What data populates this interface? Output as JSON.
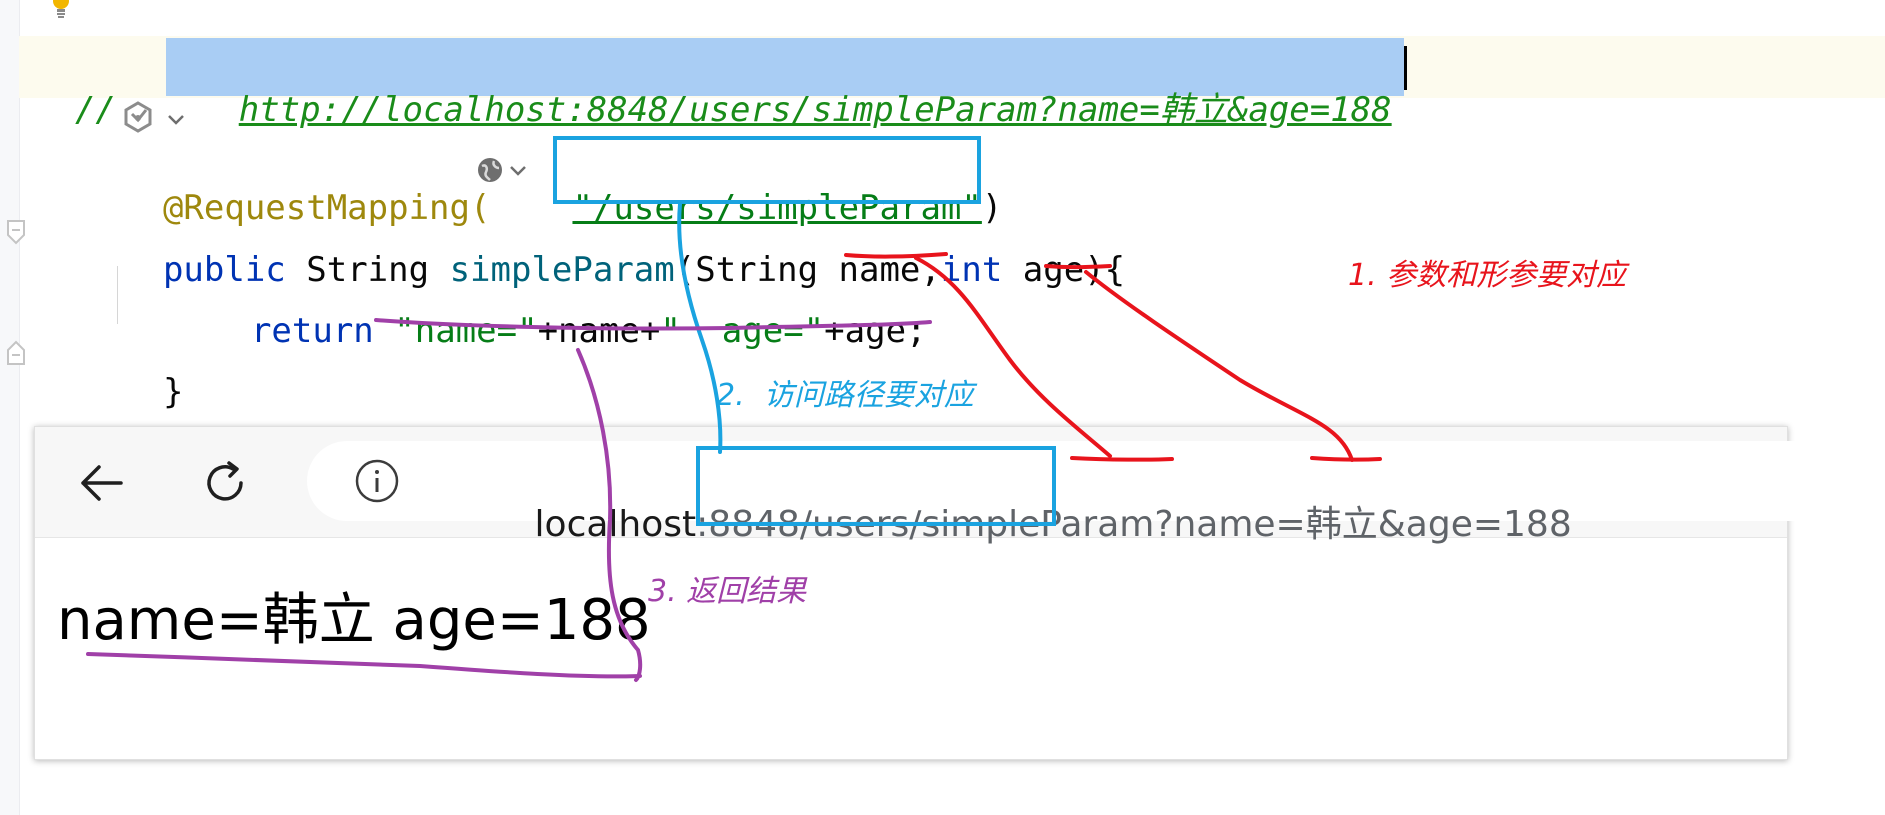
{
  "editor": {
    "comment_prefix": "//",
    "comment_url": "http://localhost:8848/users/simpleParam?name=韩立&age=188",
    "annotation": "@RequestMapping(",
    "mapping_path": "\"/users/simpleParam\"",
    "annotation_close": ")",
    "sig_kw": "public",
    "sig_type": "String",
    "sig_fn": "simpleParam",
    "sig_open": "(String ",
    "sig_p1": "name",
    "sig_comma": ",",
    "sig_int": "int",
    "sig_p2": " age",
    "sig_close": "){",
    "ret_kw": "return",
    "ret_s1": "\"name=\"",
    "ret_mid": "+name+",
    "ret_s2": "\"  age=\"",
    "ret_end": "+age;",
    "close_brace": "}"
  },
  "browser": {
    "address_host": "localhost",
    "address_rest": ":8848/users/simpleParam?name=韩立&age=188",
    "page_result": "name=韩立 age=188"
  },
  "notes": {
    "note1": "1. 参数和形参要对应",
    "note2": "2.  访问路径要对应",
    "note3": "3. 返回结果"
  },
  "colors": {
    "red_annotation": "#e8141c",
    "blue_annotation": "#1aa3e0",
    "purple_annotation": "#a040a8"
  },
  "icons": {
    "bulb": "lightbulb-icon",
    "generate": "spring-generate-icon",
    "globe": "globe-icon",
    "back": "back-arrow-icon",
    "reload": "reload-icon",
    "info": "info-icon"
  }
}
